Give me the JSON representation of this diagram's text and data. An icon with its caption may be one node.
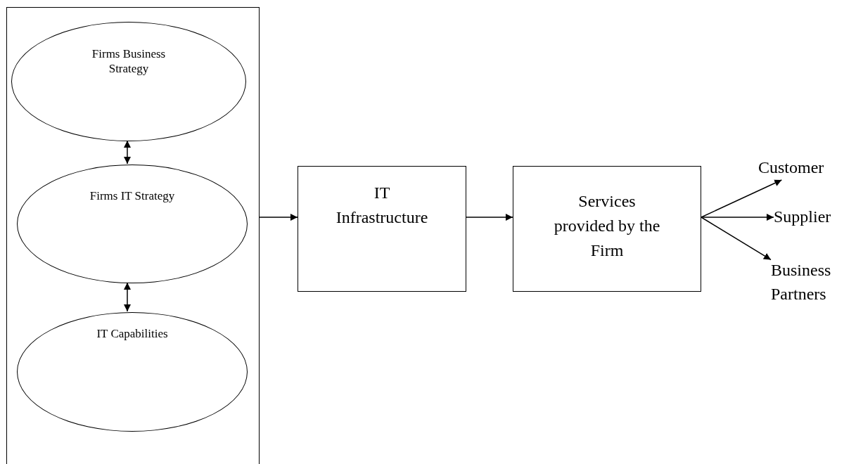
{
  "diagram": {
    "nodes": [
      {
        "text": [],
        "shape": "box"
      },
      {
        "text": [
          "Firms Business Strategy"
        ],
        "in": 0
      },
      {
        "text": [
          "Firms IT Strategy"
        ],
        "in": 0
      },
      {
        "text": [
          "IT Capabilities"
        ],
        "in": 0
      },
      {
        "text": [
          "IT Infrastructure"
        ]
      },
      {
        "text": [
          "Services provided by the Firm"
        ]
      },
      {
        "text": [
          "Customer"
        ]
      },
      {
        "text": [
          "Supplier"
        ]
      },
      {
        "text": [
          "Business Partners"
        ]
      }
    ],
    "edges": [
      {
        "from": 1,
        "to": 2,
        "arrow": "both"
      },
      {
        "from": 2,
        "to": 3,
        "arrow": "both"
      },
      {
        "from": 0,
        "to": 4,
        "arrow": "to"
      },
      {
        "from": 4,
        "to": 5,
        "arrow": "to"
      },
      {
        "from": 5,
        "to": 6,
        "arrow": "to"
      },
      {
        "from": 5,
        "to": 7,
        "arrow": "to"
      },
      {
        "from": 5,
        "to": 8,
        "arrow": "to"
      }
    ]
  }
}
